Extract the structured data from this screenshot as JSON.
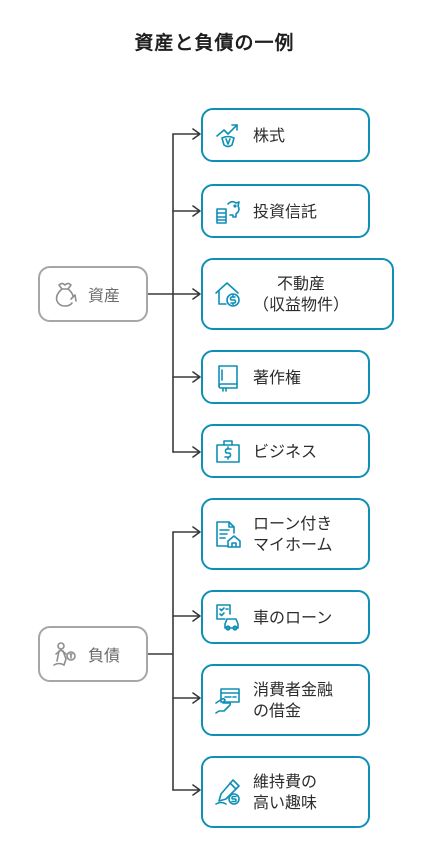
{
  "title": "資産と負債の一例",
  "groups": [
    {
      "label": "資産",
      "icon": "money-bag-icon",
      "items": [
        {
          "label": "株式",
          "icon": "stock-growth-icon"
        },
        {
          "label": "投資信託",
          "icon": "piggy-bank-icon"
        },
        {
          "label": "不動産\n（収益物件）",
          "icon": "house-dollar-icon"
        },
        {
          "label": "著作権",
          "icon": "book-icon"
        },
        {
          "label": "ビジネス",
          "icon": "briefcase-dollar-icon"
        }
      ]
    },
    {
      "label": "負債",
      "icon": "debt-icon",
      "items": [
        {
          "label": "ローン付き\nマイホーム",
          "icon": "mortgage-document-icon"
        },
        {
          "label": "車のローン",
          "icon": "car-loan-icon"
        },
        {
          "label": "消費者金融\nの借金",
          "icon": "credit-card-hand-icon"
        },
        {
          "label": "維持費の\n高い趣味",
          "icon": "pen-dollar-icon"
        }
      ]
    }
  ],
  "colors": {
    "leaf_border": "#0e8fb6",
    "root_border": "#a6a6a6",
    "connector": "#3a3a3a"
  }
}
